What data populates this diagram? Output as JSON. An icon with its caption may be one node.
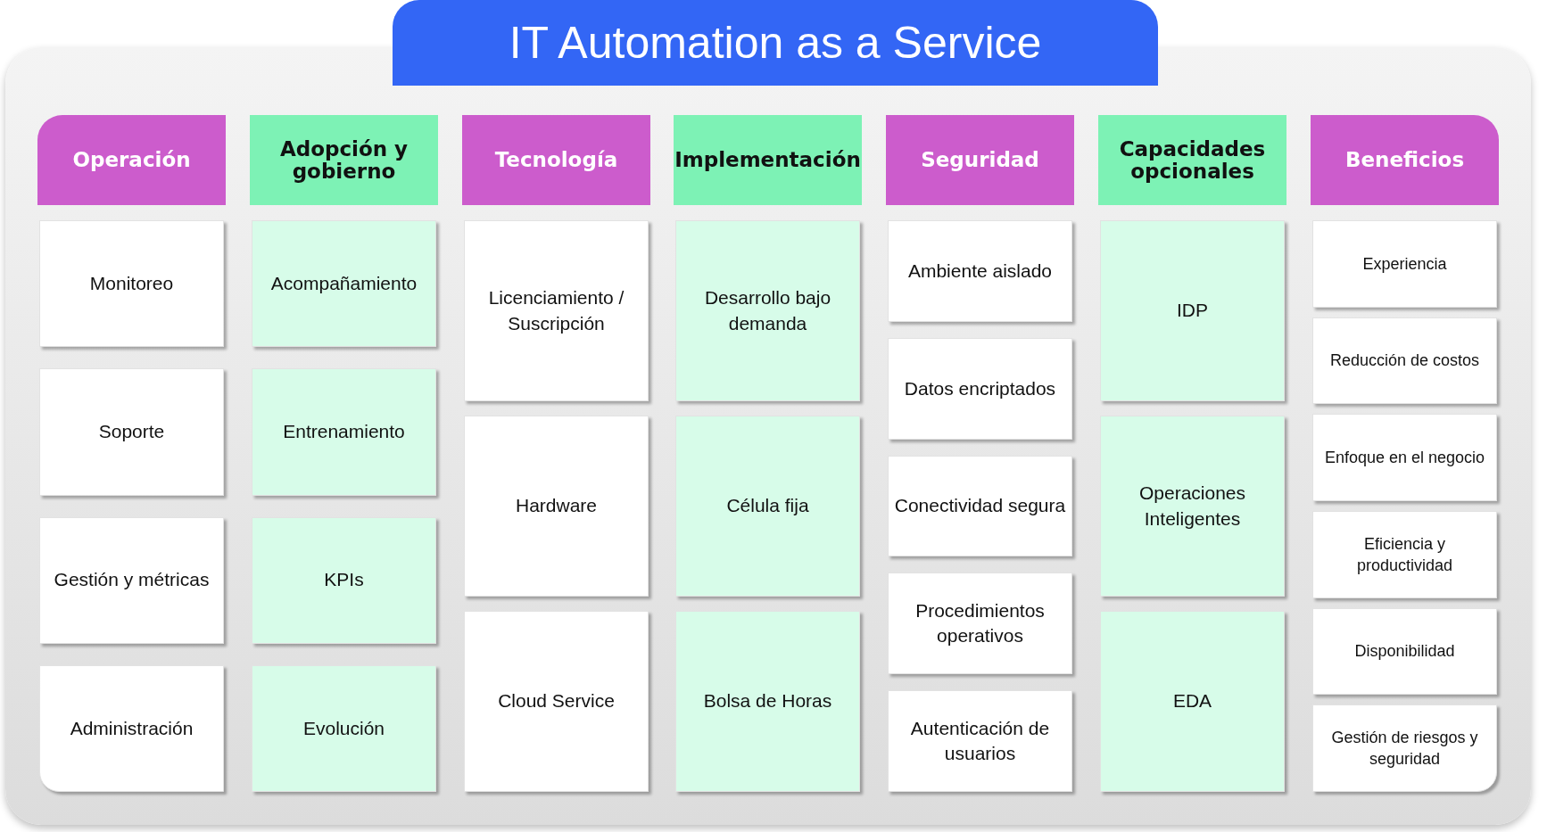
{
  "diagram": {
    "title": "IT Automation as a Service",
    "nodes": [
      {
        "text": [
          "Operación"
        ]
      },
      {
        "text": [
          "Adopción y gobierno"
        ]
      },
      {
        "text": [
          "Tecnología"
        ]
      },
      {
        "text": [
          "Implementación"
        ]
      },
      {
        "text": [
          "Seguridad"
        ]
      },
      {
        "text": [
          "Capacidades opcionales"
        ]
      },
      {
        "text": [
          "Beneficios"
        ]
      },
      {
        "text": [
          "Monitoreo"
        ]
      },
      {
        "text": [
          "Soporte"
        ]
      },
      {
        "text": [
          "Gestión y métricas"
        ]
      },
      {
        "text": [
          "Administración"
        ]
      },
      {
        "text": [
          "Acompañamiento"
        ]
      },
      {
        "text": [
          "Entrenamiento"
        ]
      },
      {
        "text": [
          "KPIs"
        ]
      },
      {
        "text": [
          "Evolución"
        ]
      },
      {
        "text": [
          "Licenciamiento / Suscripción"
        ]
      },
      {
        "text": [
          "Hardware"
        ]
      },
      {
        "text": [
          "Cloud Service"
        ]
      },
      {
        "text": [
          "Desarrollo bajo demanda"
        ]
      },
      {
        "text": [
          "Célula fija"
        ]
      },
      {
        "text": [
          "Bolsa de Horas"
        ]
      },
      {
        "text": [
          "Ambiente aislado"
        ]
      },
      {
        "text": [
          "Datos encriptados"
        ]
      },
      {
        "text": [
          "Conectividad segura"
        ]
      },
      {
        "text": [
          "Procedimientos operativos"
        ]
      },
      {
        "text": [
          "Autenticación de usuarios"
        ]
      },
      {
        "text": [
          "IDP"
        ]
      },
      {
        "text": [
          "Operaciones Inteligentes"
        ]
      },
      {
        "text": [
          "EDA"
        ]
      },
      {
        "text": [
          "Experiencia"
        ]
      },
      {
        "text": [
          "Reducción de costos"
        ]
      },
      {
        "text": [
          "Enfoque en el negocio"
        ]
      },
      {
        "text": [
          "Eficiencia y productividad"
        ]
      },
      {
        "text": [
          "Disponibilidad"
        ]
      },
      {
        "text": [
          "Gestión de riesgos y seguridad"
        ]
      }
    ],
    "edges": []
  }
}
